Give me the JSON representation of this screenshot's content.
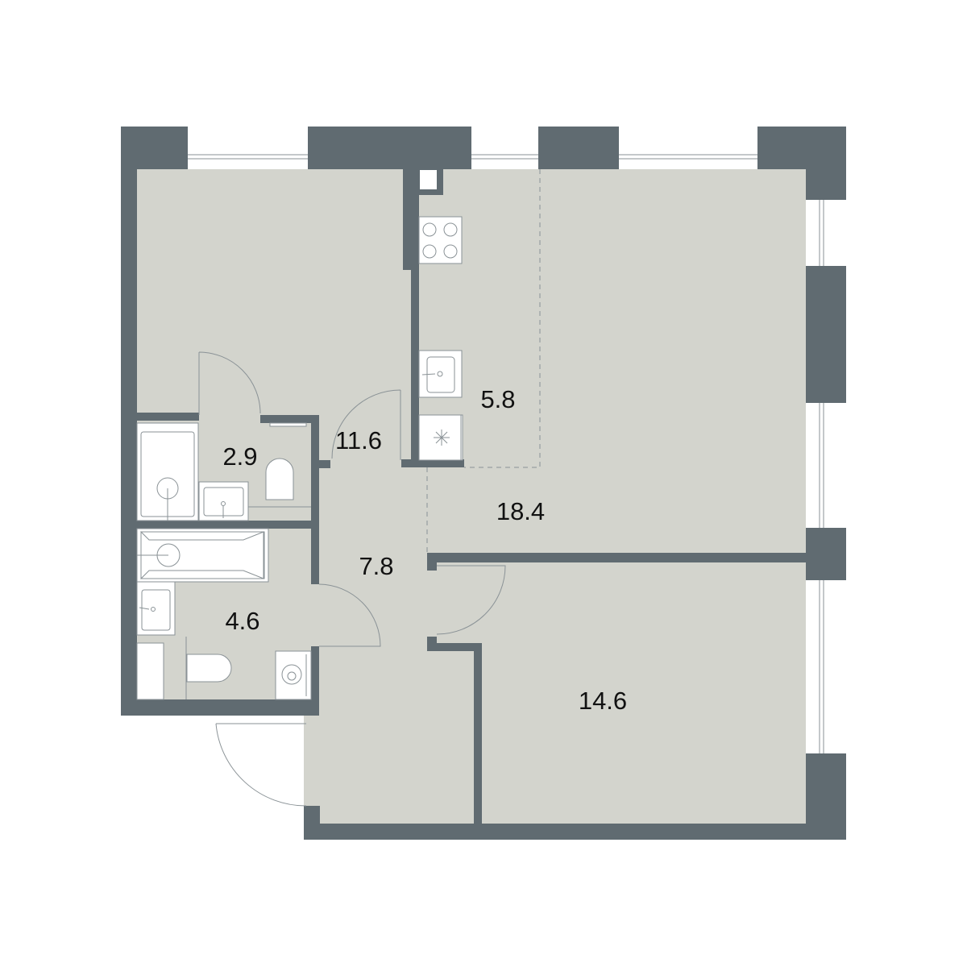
{
  "colors": {
    "wall": "#606b71",
    "floor": "#d3d4cd",
    "fixture": "#ffffff",
    "line": "#8a9296"
  },
  "rooms": [
    {
      "id": "bedroom-1",
      "area": "11.6"
    },
    {
      "id": "kitchen",
      "area": "5.8"
    },
    {
      "id": "living",
      "area": "18.4"
    },
    {
      "id": "wc",
      "area": "2.9"
    },
    {
      "id": "hall",
      "area": "7.8"
    },
    {
      "id": "bathroom",
      "area": "4.6"
    },
    {
      "id": "bedroom-2",
      "area": "14.6"
    }
  ]
}
